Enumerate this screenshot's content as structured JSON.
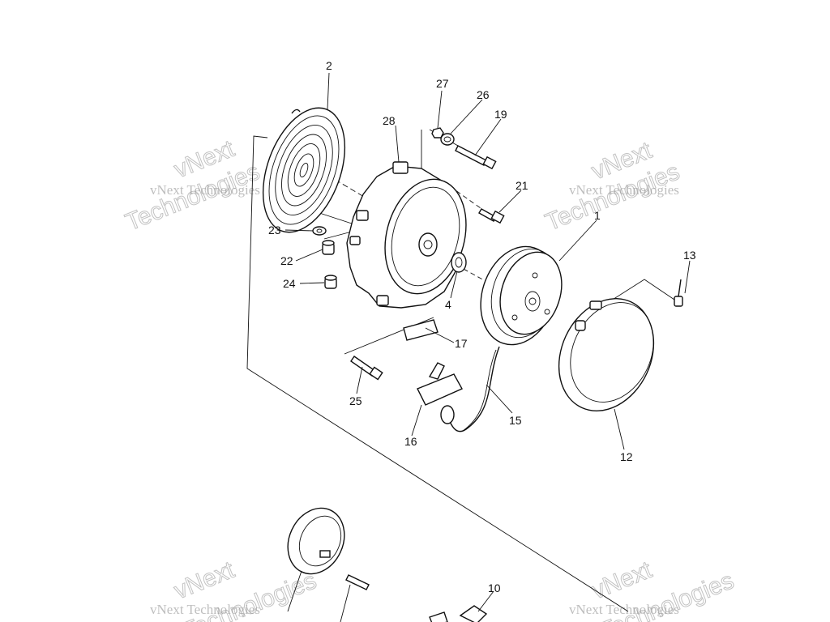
{
  "watermark": {
    "line1": "vNext Technologies",
    "line2": "vNext",
    "line3": "Technologies"
  },
  "callouts": [
    "2",
    "27",
    "26",
    "19",
    "28",
    "21",
    "1",
    "13",
    "23",
    "22",
    "24",
    "4",
    "17",
    "25",
    "15",
    "16",
    "12",
    "10"
  ]
}
